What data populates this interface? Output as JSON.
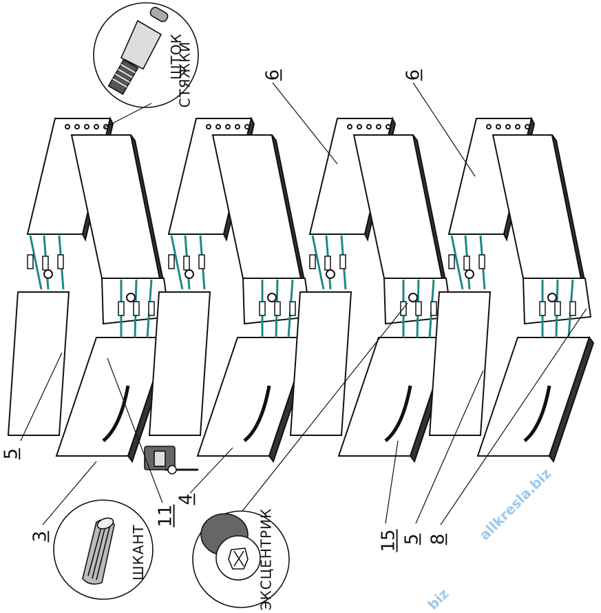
{
  "callouts": {
    "shtok_line1": "ШТОК",
    "shtok_line2": "СТЯЖКИ",
    "shkant": "ШКАНТ",
    "eccentric": "ЭКСЦЕНТРИК"
  },
  "part_numbers": {
    "p6a": "6",
    "p6b": "6",
    "p5a": "5",
    "p3": "3",
    "p11": "11",
    "p4": "4",
    "p15": "15",
    "p5b": "5",
    "p8": "8"
  },
  "watermark": {
    "text1": "allkresla.biz",
    "text2": "biz"
  },
  "colors": {
    "line": "#111111",
    "dowel": "#1a8a84",
    "watermark": "#9cc9ec"
  }
}
